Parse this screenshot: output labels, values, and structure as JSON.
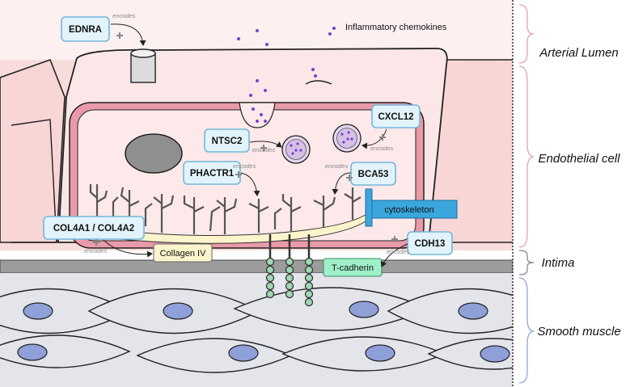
{
  "regions": {
    "lumen": "Arterial Lumen",
    "endothelial": "Endothelial cell",
    "intima": "Intima",
    "smooth_muscle": "Smooth muscle"
  },
  "labels": {
    "chemokines": "Inflammatory chemokines",
    "cytoskeleton": "cytoskeleton",
    "collagen": "Collagen IV",
    "tcadherin": "T-cadherin"
  },
  "genes": {
    "ednra": "EDNRA",
    "ntsc2": "NTSC2",
    "cxcl12": "CXCL12",
    "phactr1": "PHACTR1",
    "bca53": "BCA53",
    "col4a": "COL4A1 / COL4A2",
    "cdh13": "CDH13"
  },
  "encodes": "encodes",
  "colors": {
    "lumen_bg": "#fbe7e7",
    "endothelial_bg": "#f7d4d3",
    "nucleus": "#8f8f8f",
    "vesicle": "#7b3fd0",
    "gene_box": "#e2f3fb",
    "gene_border": "#74b7d9",
    "cytoskeleton": "#3aa6dc",
    "collagen": "#fcf4cc",
    "tcadherin": "#9ff0c8",
    "intima": "#9c9c9c",
    "smooth_muscle_bg": "#e3e5eb",
    "smc_nucleus": "#8f9fd8",
    "brace_pink": "#e6a2b3",
    "brace_grey": "#888888",
    "brace_blue": "#93a7d6"
  },
  "icons": [
    "receptor-icon",
    "vesicle-icon",
    "plus-icon",
    "arrow-icon",
    "brace-icon",
    "chain-icon"
  ]
}
